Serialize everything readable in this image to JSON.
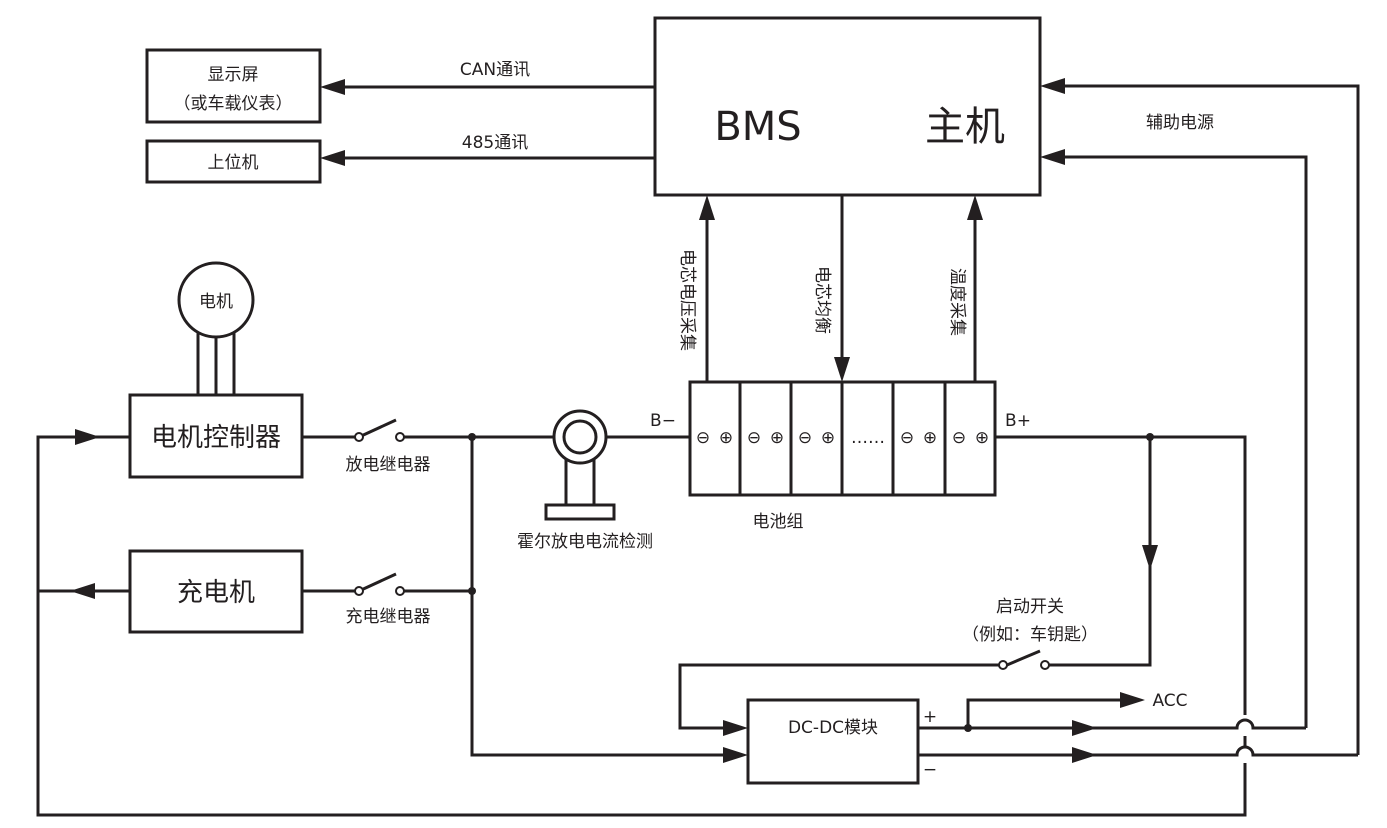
{
  "boxes": {
    "display_line1": "显示屏",
    "display_line2": "（或车载仪表）",
    "host_pc": "上位机",
    "bms_left": "BMS",
    "bms_right": "主机",
    "motor": "电机",
    "motor_controller": "电机控制器",
    "charger": "充电机",
    "dcdc": "DC-DC模块"
  },
  "labels": {
    "can": "CAN通讯",
    "rs485": "485通讯",
    "aux_power": "辅助电源",
    "cell_voltage": "电芯电压采集",
    "cell_balance": "电芯均衡",
    "temperature": "温度采集",
    "b_minus": "B−",
    "b_plus": "B+",
    "battery_pack": "电池组",
    "discharge_relay": "放电继电器",
    "charge_relay": "充电继电器",
    "hall_sensor": "霍尔放电电流检测",
    "start_switch": "启动开关",
    "start_switch_example": "（例如：车钥匙）",
    "acc": "ACC",
    "plus": "+",
    "minus": "−"
  },
  "battery_cells": [
    {
      "neg": "⊖",
      "pos": "⊕"
    },
    {
      "neg": "⊖",
      "pos": "⊕"
    },
    {
      "neg": "⊖",
      "pos": "⊕"
    },
    {
      "ellipsis": "……"
    },
    {
      "neg": "⊖",
      "pos": "⊕"
    },
    {
      "neg": "⊖",
      "pos": "⊕"
    }
  ]
}
